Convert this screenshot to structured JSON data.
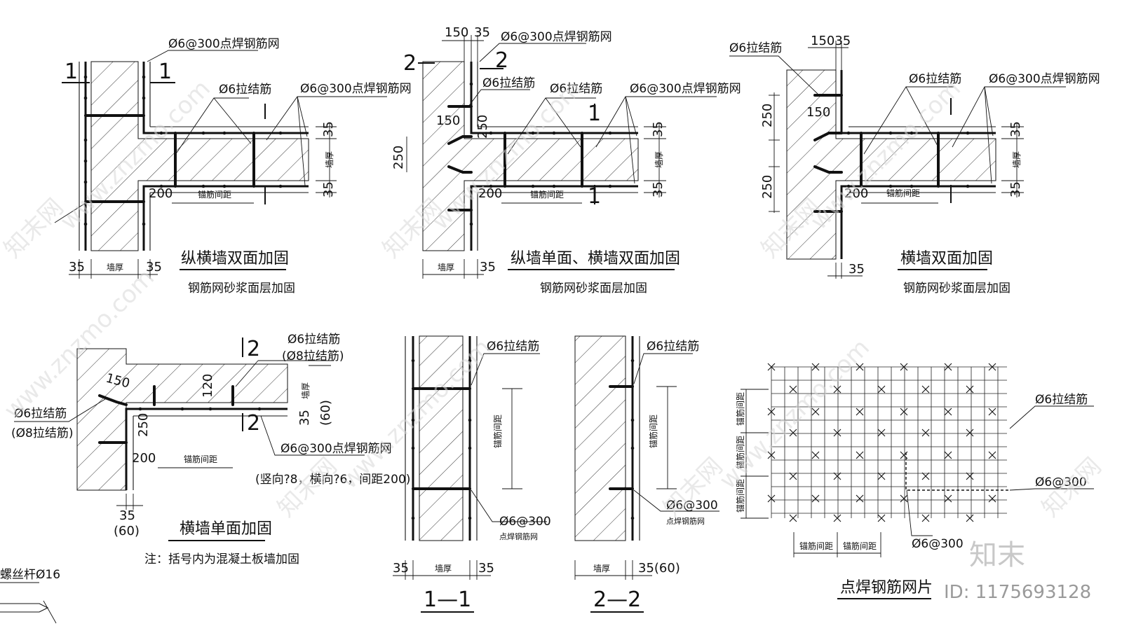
{
  "drawing": {
    "d1": {
      "title": "纵横墙双面加固",
      "subtitle": "钢筋网砂浆面层加固",
      "mesh_top": "Ø6@300点焊钢筋网",
      "tie": "Ø6拉结筋",
      "mesh_right": "Ø6@300点焊钢筋网",
      "cut": "1",
      "dim_200": "200",
      "anchor": "锚筋间距",
      "dim_35": "35",
      "wall_thk": "墙厚"
    },
    "d2": {
      "title": "纵墙单面、横墙双面加固",
      "subtitle": "钢筋网砂浆面层加固",
      "dim_150": "150",
      "dim_35": "35",
      "mesh_top": "Ø6@300点焊钢筋网",
      "cut2": "2",
      "cut1": "1",
      "tie": "Ø6拉结筋",
      "mesh_right": "Ø6@300点焊钢筋网",
      "dim_250": "250",
      "dim_200": "200",
      "anchor": "锚筋间距",
      "wall_thk": "墙厚"
    },
    "d3": {
      "title": "横墙双面加固",
      "subtitle": "钢筋网砂浆面层加固",
      "tie_top": "Ø6拉结筋",
      "dim_15035": "15035",
      "tie": "Ø6拉结筋",
      "mesh_right": "Ø6@300点焊钢筋网",
      "dim_150": "150",
      "dim_250": "250",
      "dim_35": "35",
      "dim_200": "200",
      "anchor": "锚筋间距",
      "wall_thk": "墙厚"
    },
    "d4": {
      "title": "横墙单面加固",
      "note": "注：括号内为混凝土板墙加固",
      "tie": "Ø6拉结筋",
      "tie_alt": "(Ø8拉结筋)",
      "tie_left": "Ø6拉结筋",
      "tie_left_alt": "(Ø8拉结筋)",
      "dim_150": "150",
      "dim_120": "120",
      "dim_250": "250",
      "dim_200": "200",
      "anchor": "锚筋间距",
      "mesh": "Ø6@300点焊钢筋网",
      "mesh_note": "(竖向?8，横向?6，间距200)",
      "dim_35": "35",
      "dim_60": "(60)",
      "cut2": "2",
      "wall_thk": "墙厚"
    },
    "s11": {
      "title": "1—1",
      "tie": "Ø6拉结筋",
      "anchor": "锚筋间距",
      "mesh": "Ø6@300",
      "mesh_sub": "点焊钢筋网",
      "dim_35": "35",
      "wall_thk": "墙厚"
    },
    "s22": {
      "title": "2—2",
      "tie": "Ø6拉结筋",
      "anchor": "锚筋间距",
      "mesh": "Ø6@300",
      "mesh_sub": "点焊钢筋网",
      "dim_35_60": "35(60)",
      "wall_thk": "墙厚"
    },
    "mesh": {
      "title": "点焊钢筋网片",
      "tie": "Ø6拉结筋",
      "spacing": "Ø6@300",
      "spacing_bottom": "Ø6@300",
      "anchor": "锚筋间距"
    },
    "misc": {
      "bolt": "螺丝杆Ø16"
    }
  },
  "watermark": {
    "site": "www.znzmo.com",
    "brand_cn": "知末网",
    "brand": "知末",
    "id": "ID: 1175693128"
  }
}
